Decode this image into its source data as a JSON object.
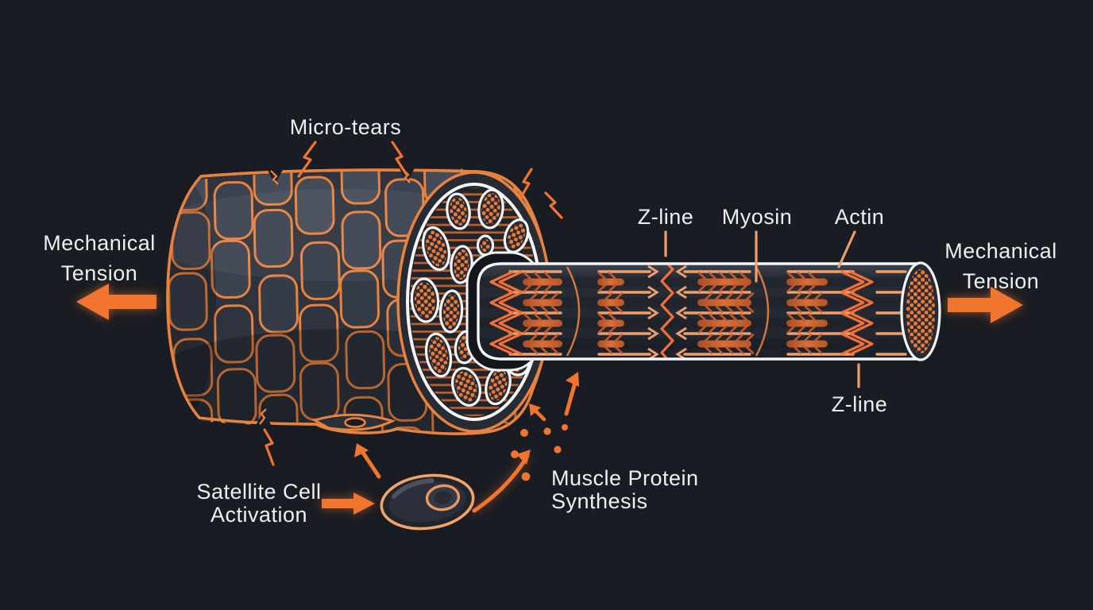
{
  "figure": {
    "description": "Muscle fiber hypertrophy diagram: mechanical tension causes micro-tears, satellite cell activation and muscle protein synthesis",
    "colors": {
      "background": "#191c22",
      "accent_orange": "#f1752f",
      "outline_orange": "#e8823f",
      "peach_light": "#efa06a",
      "filament_light": "#eda06d",
      "filament_dark": "#c2582a",
      "white": "#f4f5f6",
      "text": "#edeff2",
      "fiber_fill": "#2e333d",
      "tube_fill": "#252a33"
    },
    "labels": {
      "micro_tears": "Micro-tears",
      "mech_tension_left": {
        "line1": "Mechanical",
        "line2": "Tension"
      },
      "mech_tension_right": {
        "line1": "Mechanical",
        "line2": "Tension"
      },
      "z_line_top": "Z-line",
      "myosin": "Myosin",
      "actin": "Actin",
      "z_line_bottom": "Z-line",
      "satellite_cell": {
        "line1": "Satellite Cell",
        "line2": "Activation"
      },
      "muscle_protein_synthesis": {
        "line1": "Muscle Protein",
        "line2": "Synthesis"
      }
    }
  }
}
